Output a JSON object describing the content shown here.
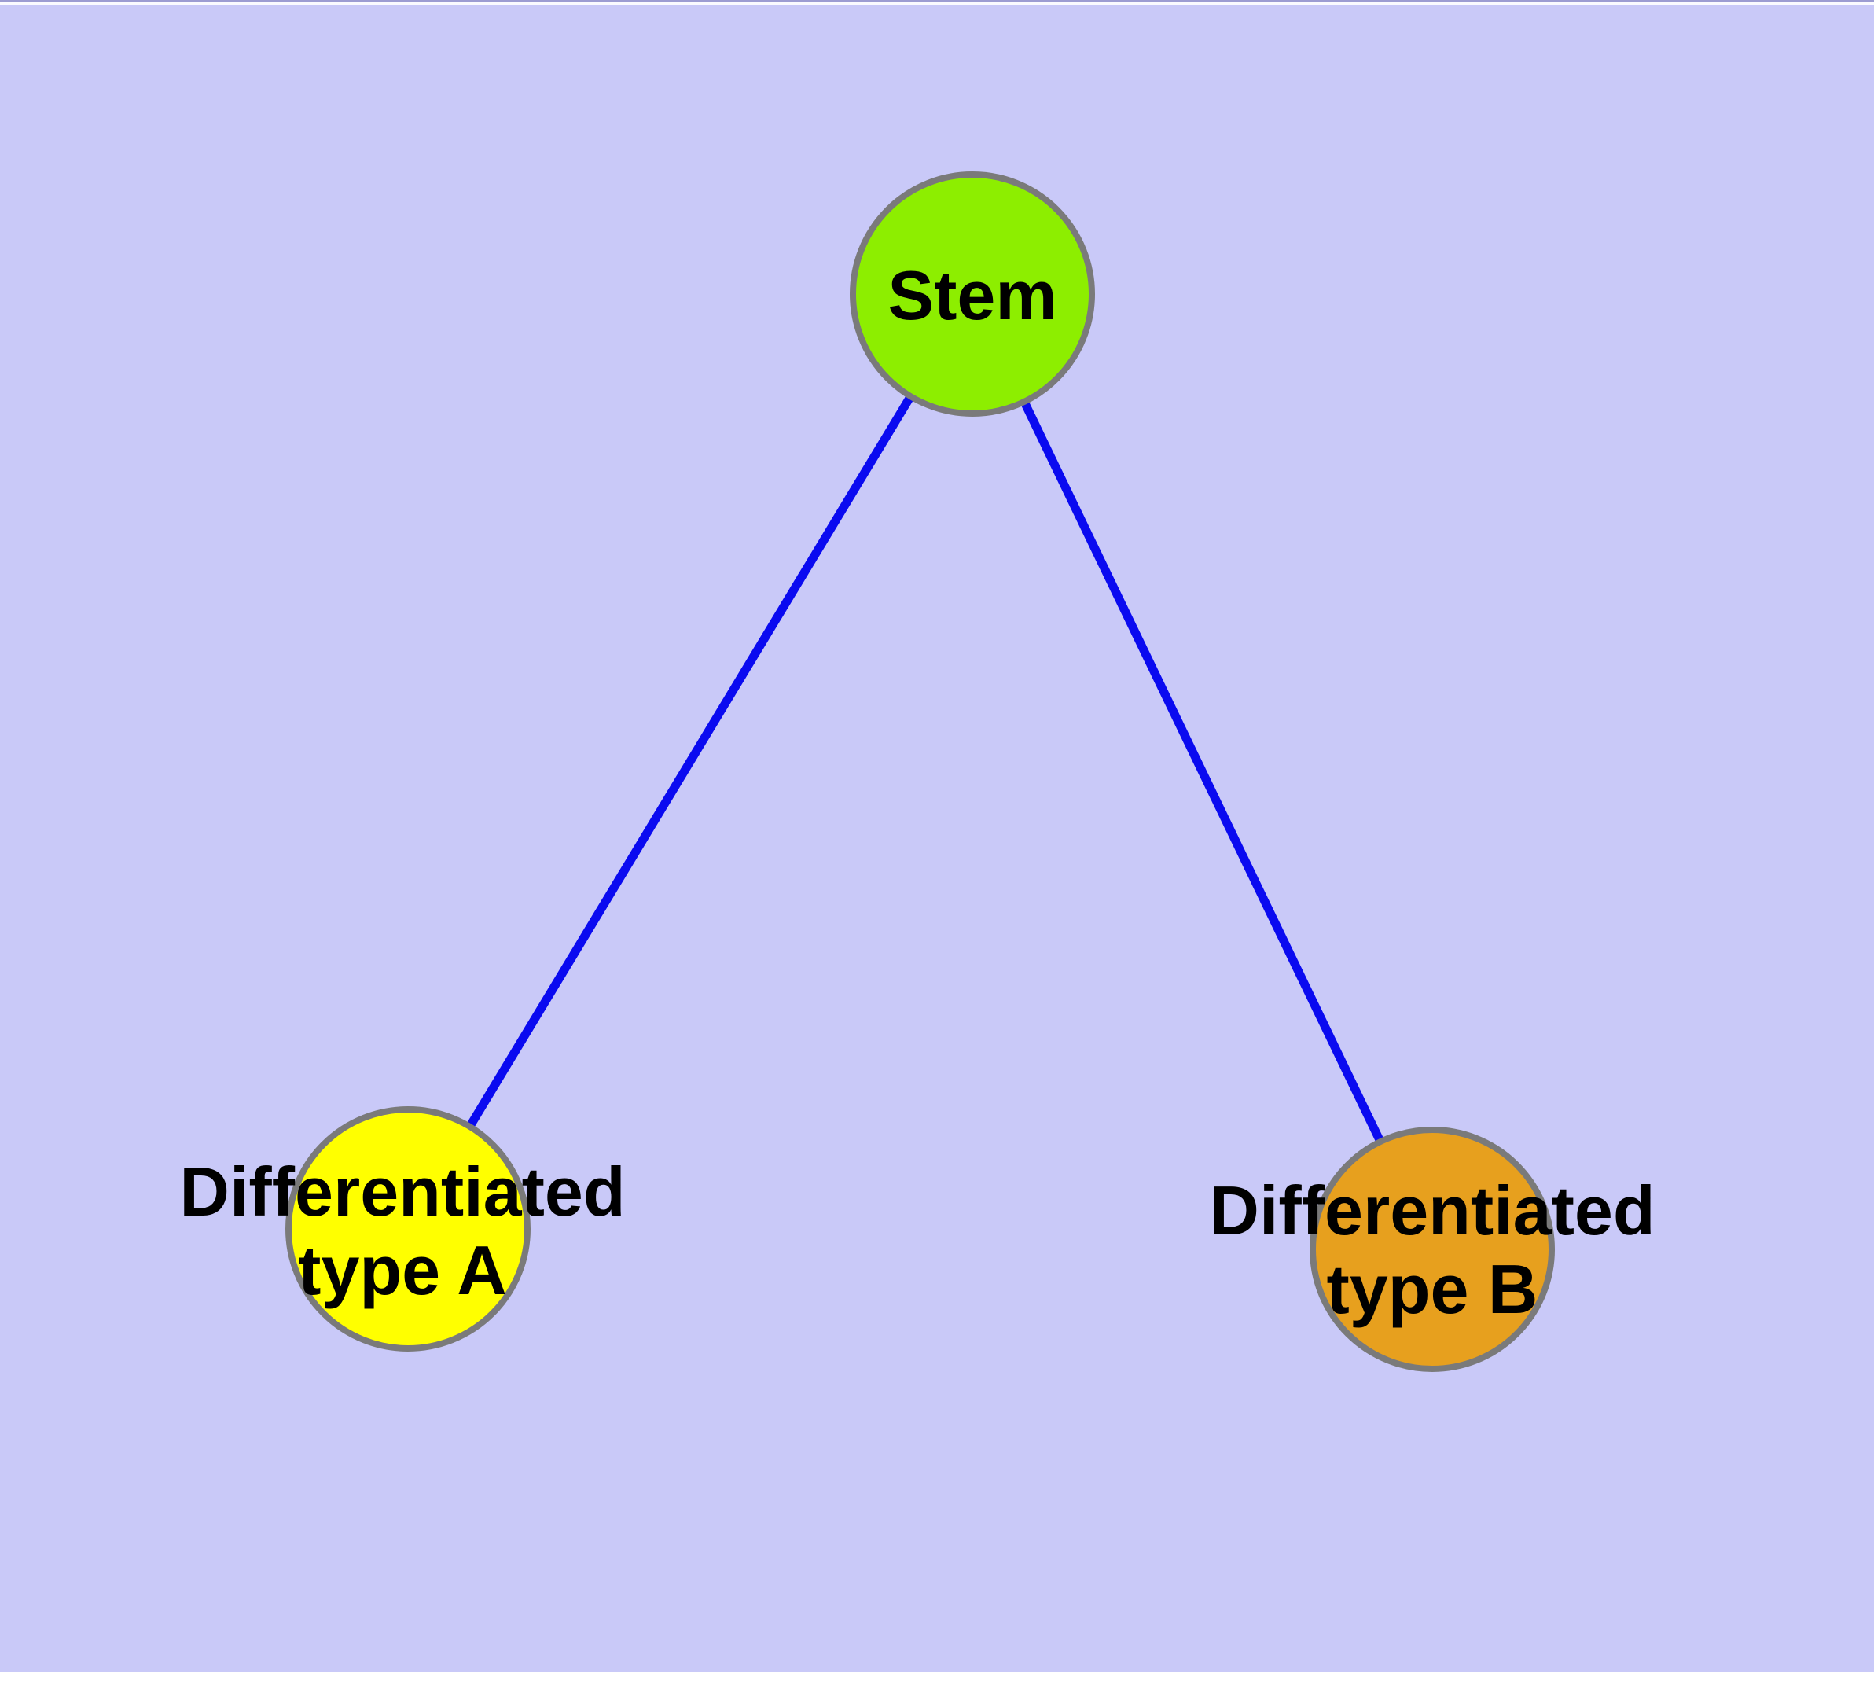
{
  "diagram": {
    "type": "graph",
    "colors": {
      "background": "#c9c9f8",
      "edge": "#0a0af0",
      "node_border": "#7a7a7a",
      "label_text": "#000000"
    },
    "nodes": [
      {
        "id": "stem",
        "lines": [
          "Stem"
        ],
        "fill": "#8dee00"
      },
      {
        "id": "differentiated-type-a",
        "lines": [
          "Differentiated",
          "type A"
        ],
        "fill": "#ffff00"
      },
      {
        "id": "differentiated-type-b",
        "lines": [
          "Differentiated",
          "type B"
        ],
        "fill": "#e7a01e"
      }
    ],
    "edges": [
      {
        "from": "stem",
        "to": "differentiated-type-a"
      },
      {
        "from": "stem",
        "to": "differentiated-type-b"
      }
    ]
  }
}
